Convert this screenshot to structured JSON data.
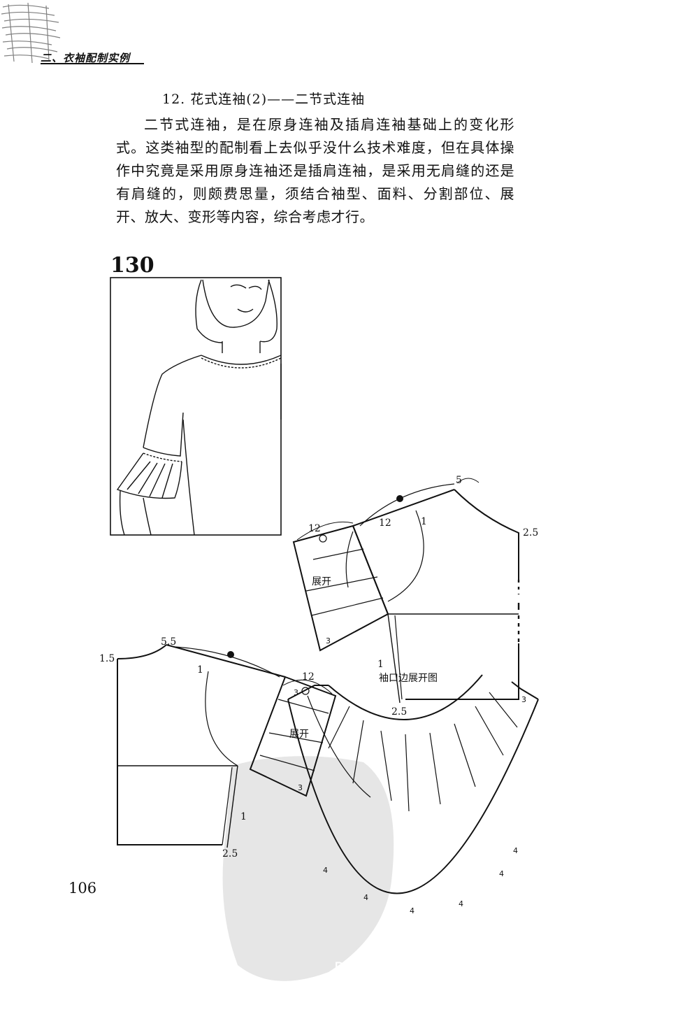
{
  "header": {
    "running_title": "二、衣袖配制实例"
  },
  "section": {
    "title": "12. 花式连袖(2)——二节式连袖",
    "paragraph": "二节式连袖，是在原身连袖及插肩连袖基础上的变化形式。这类袖型的配制看上去似乎没什么技术难度，但在具体操作中究竟是采用原身连袖还是插肩连袖，是采用无肩缝的还是有肩缝的，则颇费思量，须结合袖型、面料、分割部位、展开、放大、变形等内容，综合考虑才行。"
  },
  "figure": {
    "number": "130",
    "front_pattern": {
      "label_spread": "展开",
      "m_shoulder": "5",
      "m_neck": "2.5",
      "m_sleeve_a": "12",
      "m_sleeve_b": "12",
      "m_one": "1",
      "m_three": "3",
      "m_side": "1",
      "m_hem": "2.5"
    },
    "back_pattern": {
      "label_spread": "展开",
      "m_shoulder": "5.5",
      "m_neck": "1.5",
      "m_sleeve": "12",
      "m_one": "1",
      "m_three": "3",
      "m_side": "1",
      "m_hem": "2.5"
    },
    "cuff": {
      "title": "袖口边展开图",
      "m_left": "3",
      "m_right": "3",
      "m_four": [
        "4",
        "4",
        "4",
        "4",
        "4",
        "4"
      ]
    }
  },
  "watermark": {
    "text": "PDG"
  },
  "page": {
    "number": "106"
  }
}
